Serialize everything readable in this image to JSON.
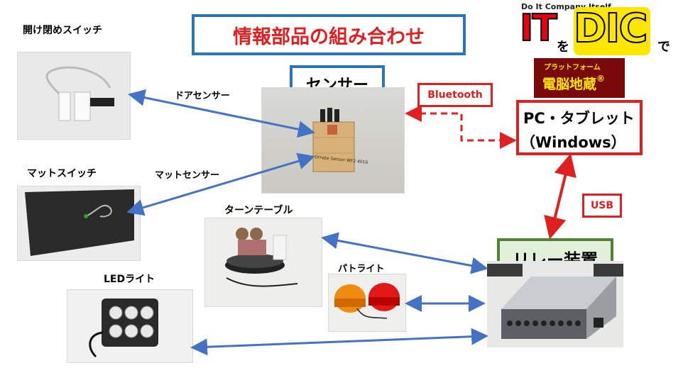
{
  "title": "情報部品の組み合わせ",
  "brand": {
    "tagline": "Do It Company Itself",
    "it": "IT",
    "wo": "を",
    "dic": "DIC",
    "de": "で",
    "platform": "プラットフォーム",
    "product": "電脳地蔵",
    "reg": "®"
  },
  "nodes": {
    "sensor": "センサー",
    "pc_line1": "PC・タブレット",
    "pc_line2": "（Windows）",
    "relay": "リレー装置",
    "bluetooth": "Bluetooth",
    "usb": "USB"
  },
  "devices": {
    "switch": "開け閉めスイッチ",
    "door_sensor": "ドアセンサー",
    "mat_switch": "マットスイッチ",
    "mat_sensor": "マットセンサー",
    "turntable": "ターンテーブル",
    "patlight": "パトライト",
    "led": "LEDライト"
  },
  "box_text": "Ornate Sensor WF2 4016",
  "colors": {
    "blue_arrow": "#4472c4",
    "red": "#e02020",
    "box_border": "#2e75b6",
    "relay_border": "#548235",
    "relay_fill": "#e2efd9",
    "brand_yellow": "#ffe600",
    "brand_red": "#e60012"
  }
}
